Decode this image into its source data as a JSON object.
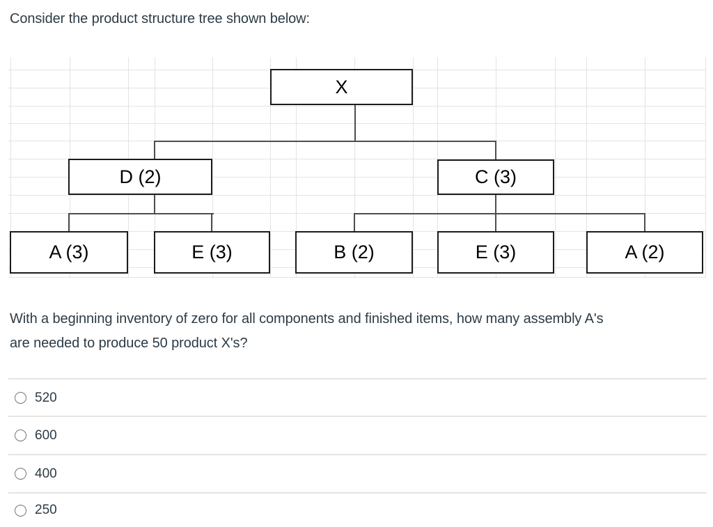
{
  "page": {
    "intro": "Consider the product structure tree shown below:",
    "question_lines": [
      "With a beginning inventory of zero for all components and finished items, how many assembly A's",
      "are needed to produce 50 product X's?"
    ]
  },
  "diagram": {
    "type": "product-structure-tree",
    "nodes": [
      {
        "label": "X",
        "parent": null
      },
      {
        "label": "D (2)",
        "parent": "X"
      },
      {
        "label": "C (3)",
        "parent": "X"
      },
      {
        "label": "A (3)",
        "parent": "D (2)"
      },
      {
        "label": "E (3)",
        "parent": "D (2)"
      },
      {
        "label": "B (2)",
        "parent": "C (3)"
      },
      {
        "label": "E (3)",
        "parent": "C (3)"
      },
      {
        "label": "A (2)",
        "parent": "C (3)"
      }
    ]
  },
  "options": [
    {
      "label": "520",
      "selected": false
    },
    {
      "label": "600",
      "selected": false
    },
    {
      "label": "400",
      "selected": false
    },
    {
      "label": "250",
      "selected": false
    }
  ],
  "colors": {
    "text": "#2d3b45",
    "node_text": "#000000",
    "node_border": "#1b1b1b",
    "connector": "#4d4d4d",
    "gridline": "#e3e3e3",
    "divider": "#e4e4e4",
    "radio_border": "#6f777f",
    "background": "#ffffff"
  }
}
